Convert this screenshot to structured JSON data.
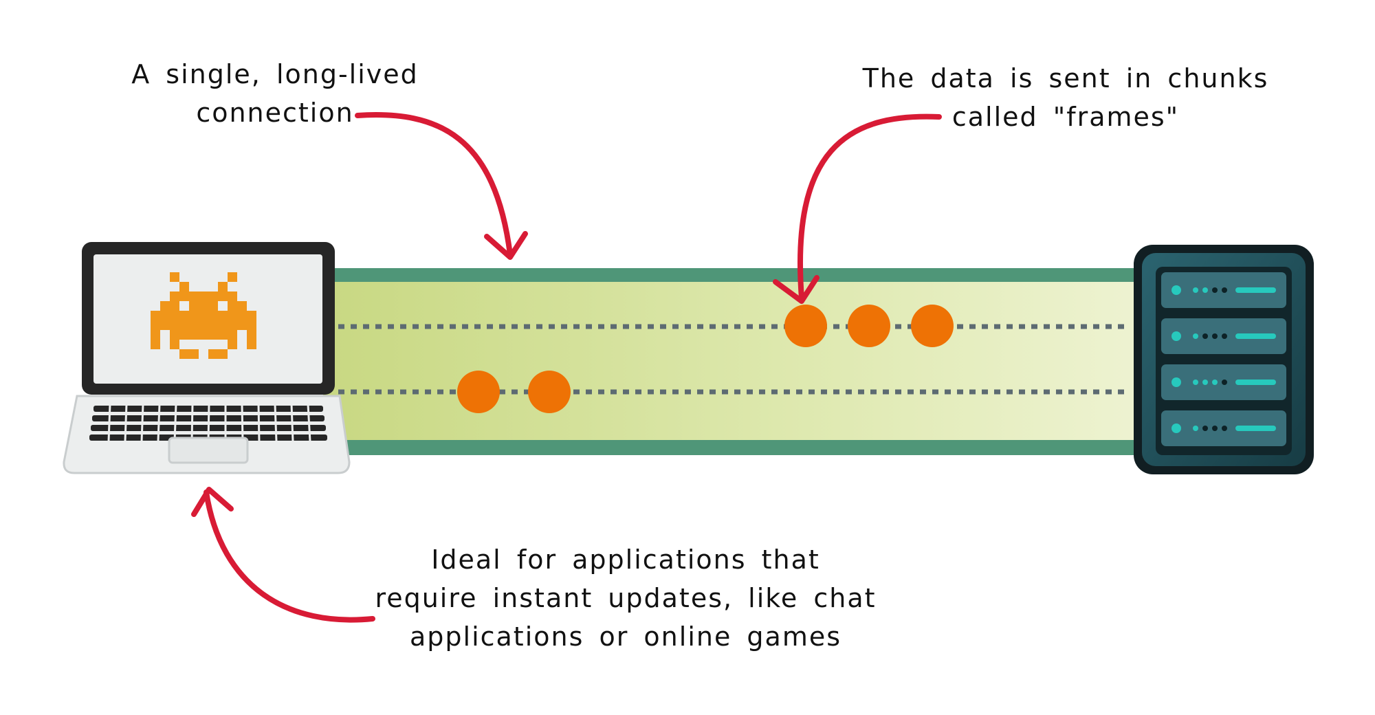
{
  "annotations": {
    "connection": [
      "A single, long-lived",
      "connection"
    ],
    "frames": [
      "The data is sent in chunks",
      "called \"frames\""
    ],
    "ideal": [
      "Ideal for applications that",
      "require instant updates, like chat",
      "applications or online games"
    ]
  },
  "colors": {
    "arrow": "#d81b35",
    "channel_fill": "#d6e3a0",
    "channel_border": "#4f9678",
    "frame": "#ee7205",
    "dotted_line": "#5d6b72",
    "invader": "#f0961a",
    "server_body": "#1f4d55",
    "server_led": "#27c9bd"
  },
  "icons": {
    "client": "laptop-icon",
    "client_screen": "space-invader-icon",
    "server": "server-rack-icon"
  },
  "frames": {
    "lane_1": 3,
    "lane_2": 2
  }
}
